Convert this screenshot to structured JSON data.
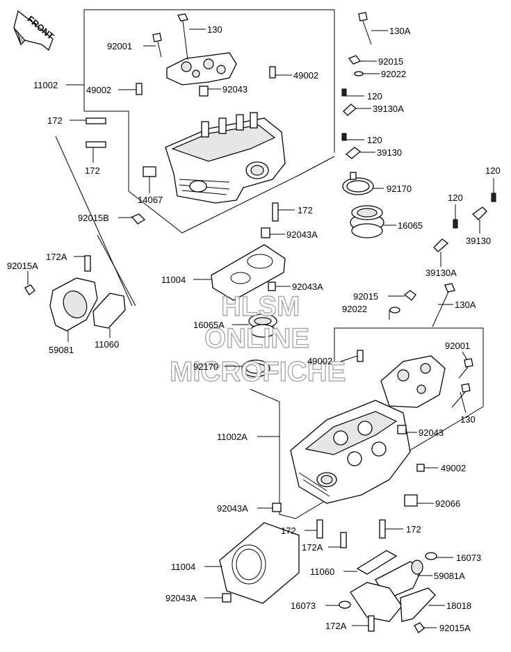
{
  "front_marker": "FRONT",
  "watermark": {
    "line1": "HLSM",
    "line2": "ONLINE",
    "line3": "MICROFICHE"
  },
  "labels": {
    "l130_top": "130",
    "l130a_top": "130A",
    "l92001_top": "92001",
    "l92015_top": "92015",
    "l92022_top": "92022",
    "l11002": "11002",
    "l49002_left": "49002",
    "l49002_right": "49002",
    "l92043_top": "92043",
    "l120_a": "120",
    "l39130a_top": "39130A",
    "l172_a": "172",
    "l120_b": "120",
    "l39130_mid": "39130",
    "l172_b": "172",
    "l14067": "14067",
    "l92170_top": "92170",
    "l120_c": "120",
    "l120_d": "120",
    "l172_c": "172",
    "l92015b": "92015B",
    "l16065": "16065",
    "l39130_right": "39130",
    "l92043a_a": "92043A",
    "l172a_left": "172A",
    "l92015a_left": "92015A",
    "l39130a_right": "39130A",
    "l11004_top": "11004",
    "l92043a_b": "92043A",
    "l92015_mid": "92015",
    "l130a_mid": "130A",
    "l92022_mid": "92022",
    "l16065a": "16065A",
    "l59081": "59081",
    "l11060_left": "11060",
    "l92001_mid": "92001",
    "l49002_mid": "49002",
    "l92170_mid": "92170",
    "l130_mid": "130",
    "l11002a": "11002A",
    "l92043_mid": "92043",
    "l49002_low": "49002",
    "l92066": "92066",
    "l92043a_c": "92043A",
    "l172_d": "172",
    "l172_e": "172",
    "l172a_mid": "172A",
    "l16073_a": "16073",
    "l11004_low": "11004",
    "l11060_low": "11060",
    "l59081a": "59081A",
    "l92043a_d": "92043A",
    "l16073_b": "16073",
    "l18018": "18018",
    "l172a_low": "172A",
    "l92015a_low": "92015A"
  }
}
